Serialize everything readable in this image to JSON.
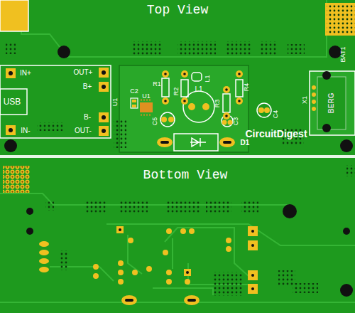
{
  "diagram": {
    "labels": [
      "Top View",
      "IN+",
      "USB",
      "IN-",
      "OUT+",
      "B+",
      "B-",
      "OUT-",
      "U1",
      "C2",
      "U1",
      "C5",
      "R1",
      "R2",
      "L1",
      "L1",
      "R3",
      "R4",
      "C3",
      "C4",
      "D1",
      "CircuitDigest",
      "X1",
      "BERG",
      "BAT1",
      "Bottom View"
    ]
  }
}
